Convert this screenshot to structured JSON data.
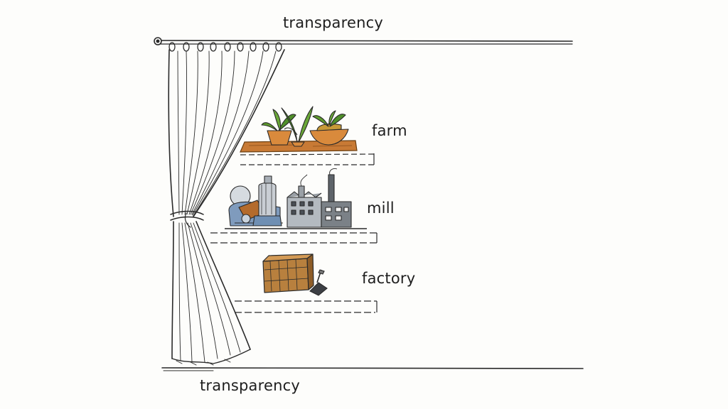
{
  "labels": {
    "top": "transparency",
    "bottom": "transparency",
    "farm": "farm",
    "mill": "mill",
    "factory": "factory"
  },
  "colors": {
    "ink": "#2a2a2a",
    "wood_shelf": "#c87a35",
    "plant_green": "#4f8f2a",
    "pot_orange": "#d98a3c",
    "crate": "#b8803e",
    "machine_blue": "#6f8fb3",
    "metal_gray": "#9aa0a6"
  }
}
